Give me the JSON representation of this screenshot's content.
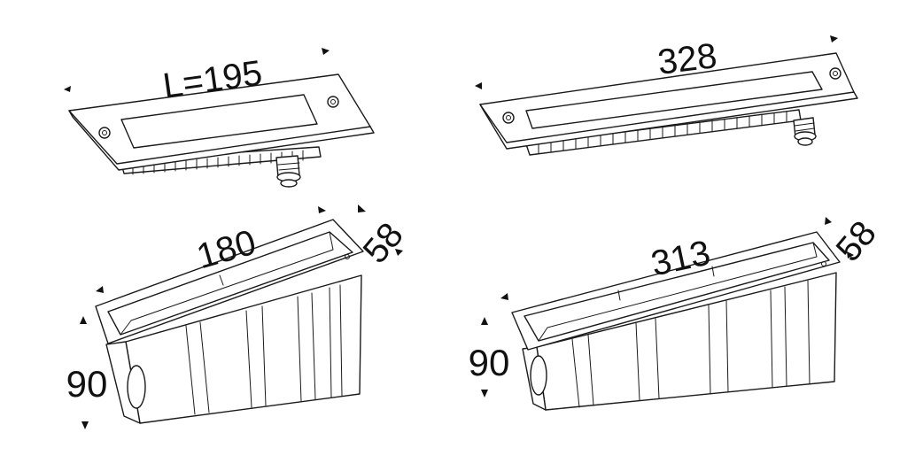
{
  "views": {
    "top_left": {
      "label": "L=195"
    },
    "top_right": {
      "label": "328"
    },
    "bottom_left": {
      "length": "180",
      "width": "58",
      "height": "90"
    },
    "bottom_right": {
      "length": "313",
      "width": "58",
      "height": "90"
    }
  },
  "colors": {
    "line": "#1a1a1a",
    "background": "#ffffff"
  }
}
